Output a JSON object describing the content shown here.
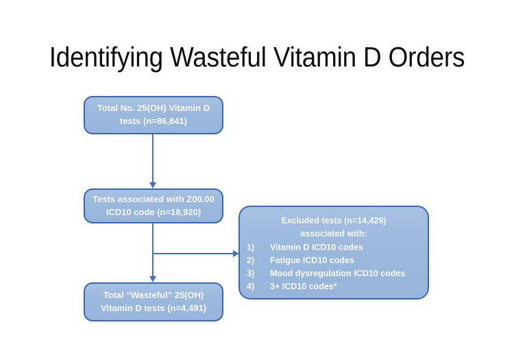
{
  "slide": {
    "title": "Identifying Wasteful Vitamin D Orders",
    "background_color": "#ffffff",
    "box_fill_color": "#9bb8dd",
    "box_border_color": "#3669b0",
    "connector_color": "#3f72b8",
    "box_text_color": "#ffffff",
    "title_color": "#0d0d0d"
  },
  "flow": {
    "total_tests_box": {
      "line1": "Total No. 25(OH) Vitamin D",
      "line2": "tests (n=86,841)"
    },
    "z0000_box": {
      "line1": "Tests associated with Z00.00",
      "line2": "ICD10 code (n=18,920)"
    },
    "wasteful_box": {
      "line1": "Total “Wasteful” 25(OH)",
      "line2": "Vitamin D tests (n=4,491)"
    },
    "excluded_box": {
      "head_line1": "Excluded tests (n=14,429)",
      "head_line2": "associated with:",
      "items": [
        {
          "num": "1)",
          "text": "Vitamin D ICD10 codes"
        },
        {
          "num": "2)",
          "text": "Fatigue ICD10 codes"
        },
        {
          "num": "3)",
          "text": "Mood dysregulation ICD10 codes"
        },
        {
          "num": "4)",
          "text": "3+ ICD10 codes*"
        }
      ]
    }
  }
}
